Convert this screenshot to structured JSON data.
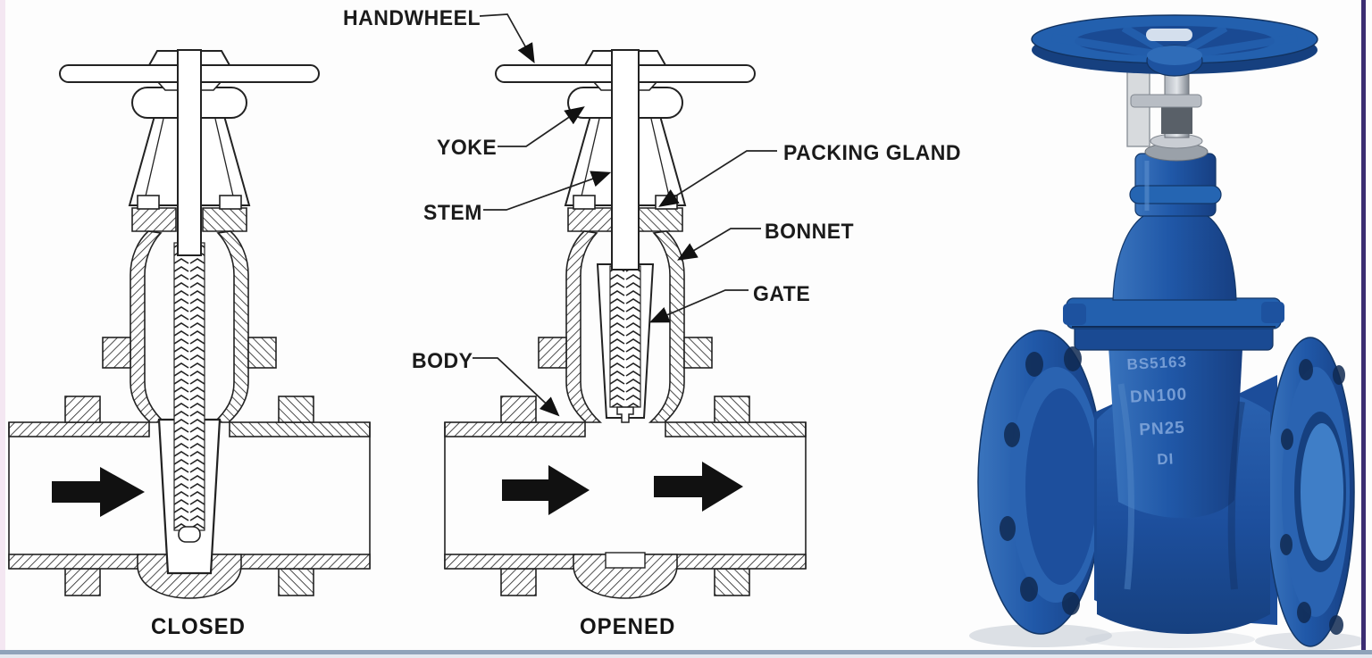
{
  "diagram": {
    "labels": {
      "handwheel": "HANDWHEEL",
      "yoke": "YOKE",
      "stem": "STEM",
      "packing_gland": "PACKING GLAND",
      "bonnet": "BONNET",
      "gate": "GATE",
      "body": "BODY"
    },
    "states": {
      "closed": "CLOSED",
      "opened": "OPENED"
    }
  },
  "photo": {
    "markings": [
      "BS5163",
      "DN100",
      "PN25",
      "DI"
    ],
    "body_color": "#2058a8"
  },
  "colors": {
    "line": "#222222",
    "right_border": "#3b2d72",
    "bottom_border": "#8fa3ba",
    "left_stripe": "#f4e7f2"
  }
}
